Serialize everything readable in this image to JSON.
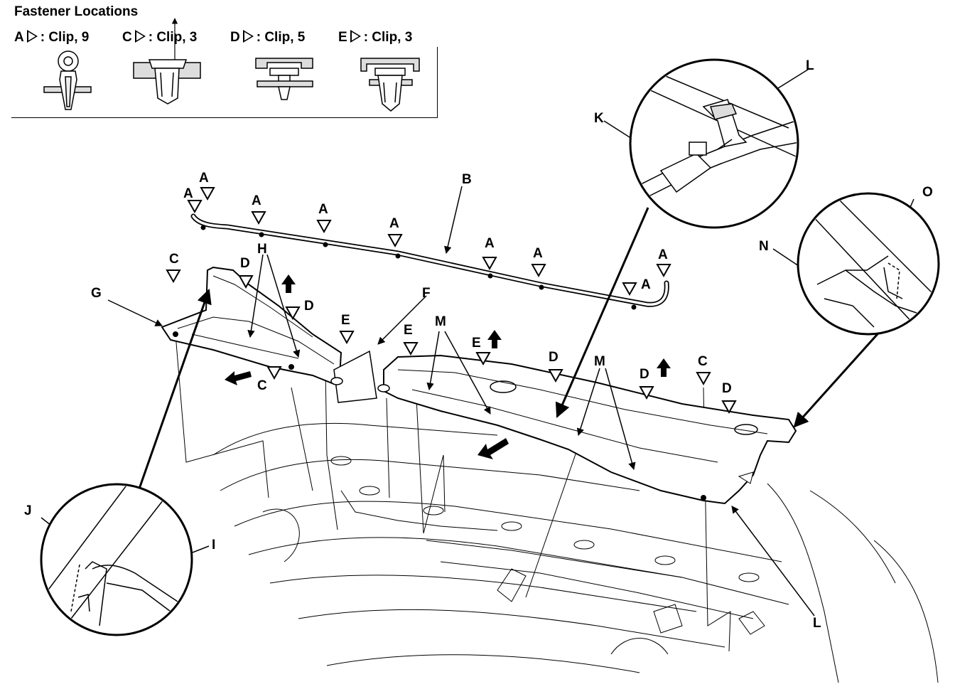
{
  "header": {
    "title": "Fastener Locations"
  },
  "legend": [
    {
      "letter": "A",
      "text": ": Clip, 9"
    },
    {
      "letter": "C",
      "text": ": Clip, 3"
    },
    {
      "letter": "D",
      "text": ": Clip, 5"
    },
    {
      "letter": "E",
      "text": ": Clip, 3"
    }
  ],
  "labels": {
    "A": "A",
    "B": "B",
    "C": "C",
    "D": "D",
    "E": "E",
    "F": "F",
    "G": "G",
    "H": "H",
    "I": "I",
    "J": "J",
    "K": "K",
    "L": "L",
    "M": "M",
    "N": "N",
    "O": "O"
  }
}
